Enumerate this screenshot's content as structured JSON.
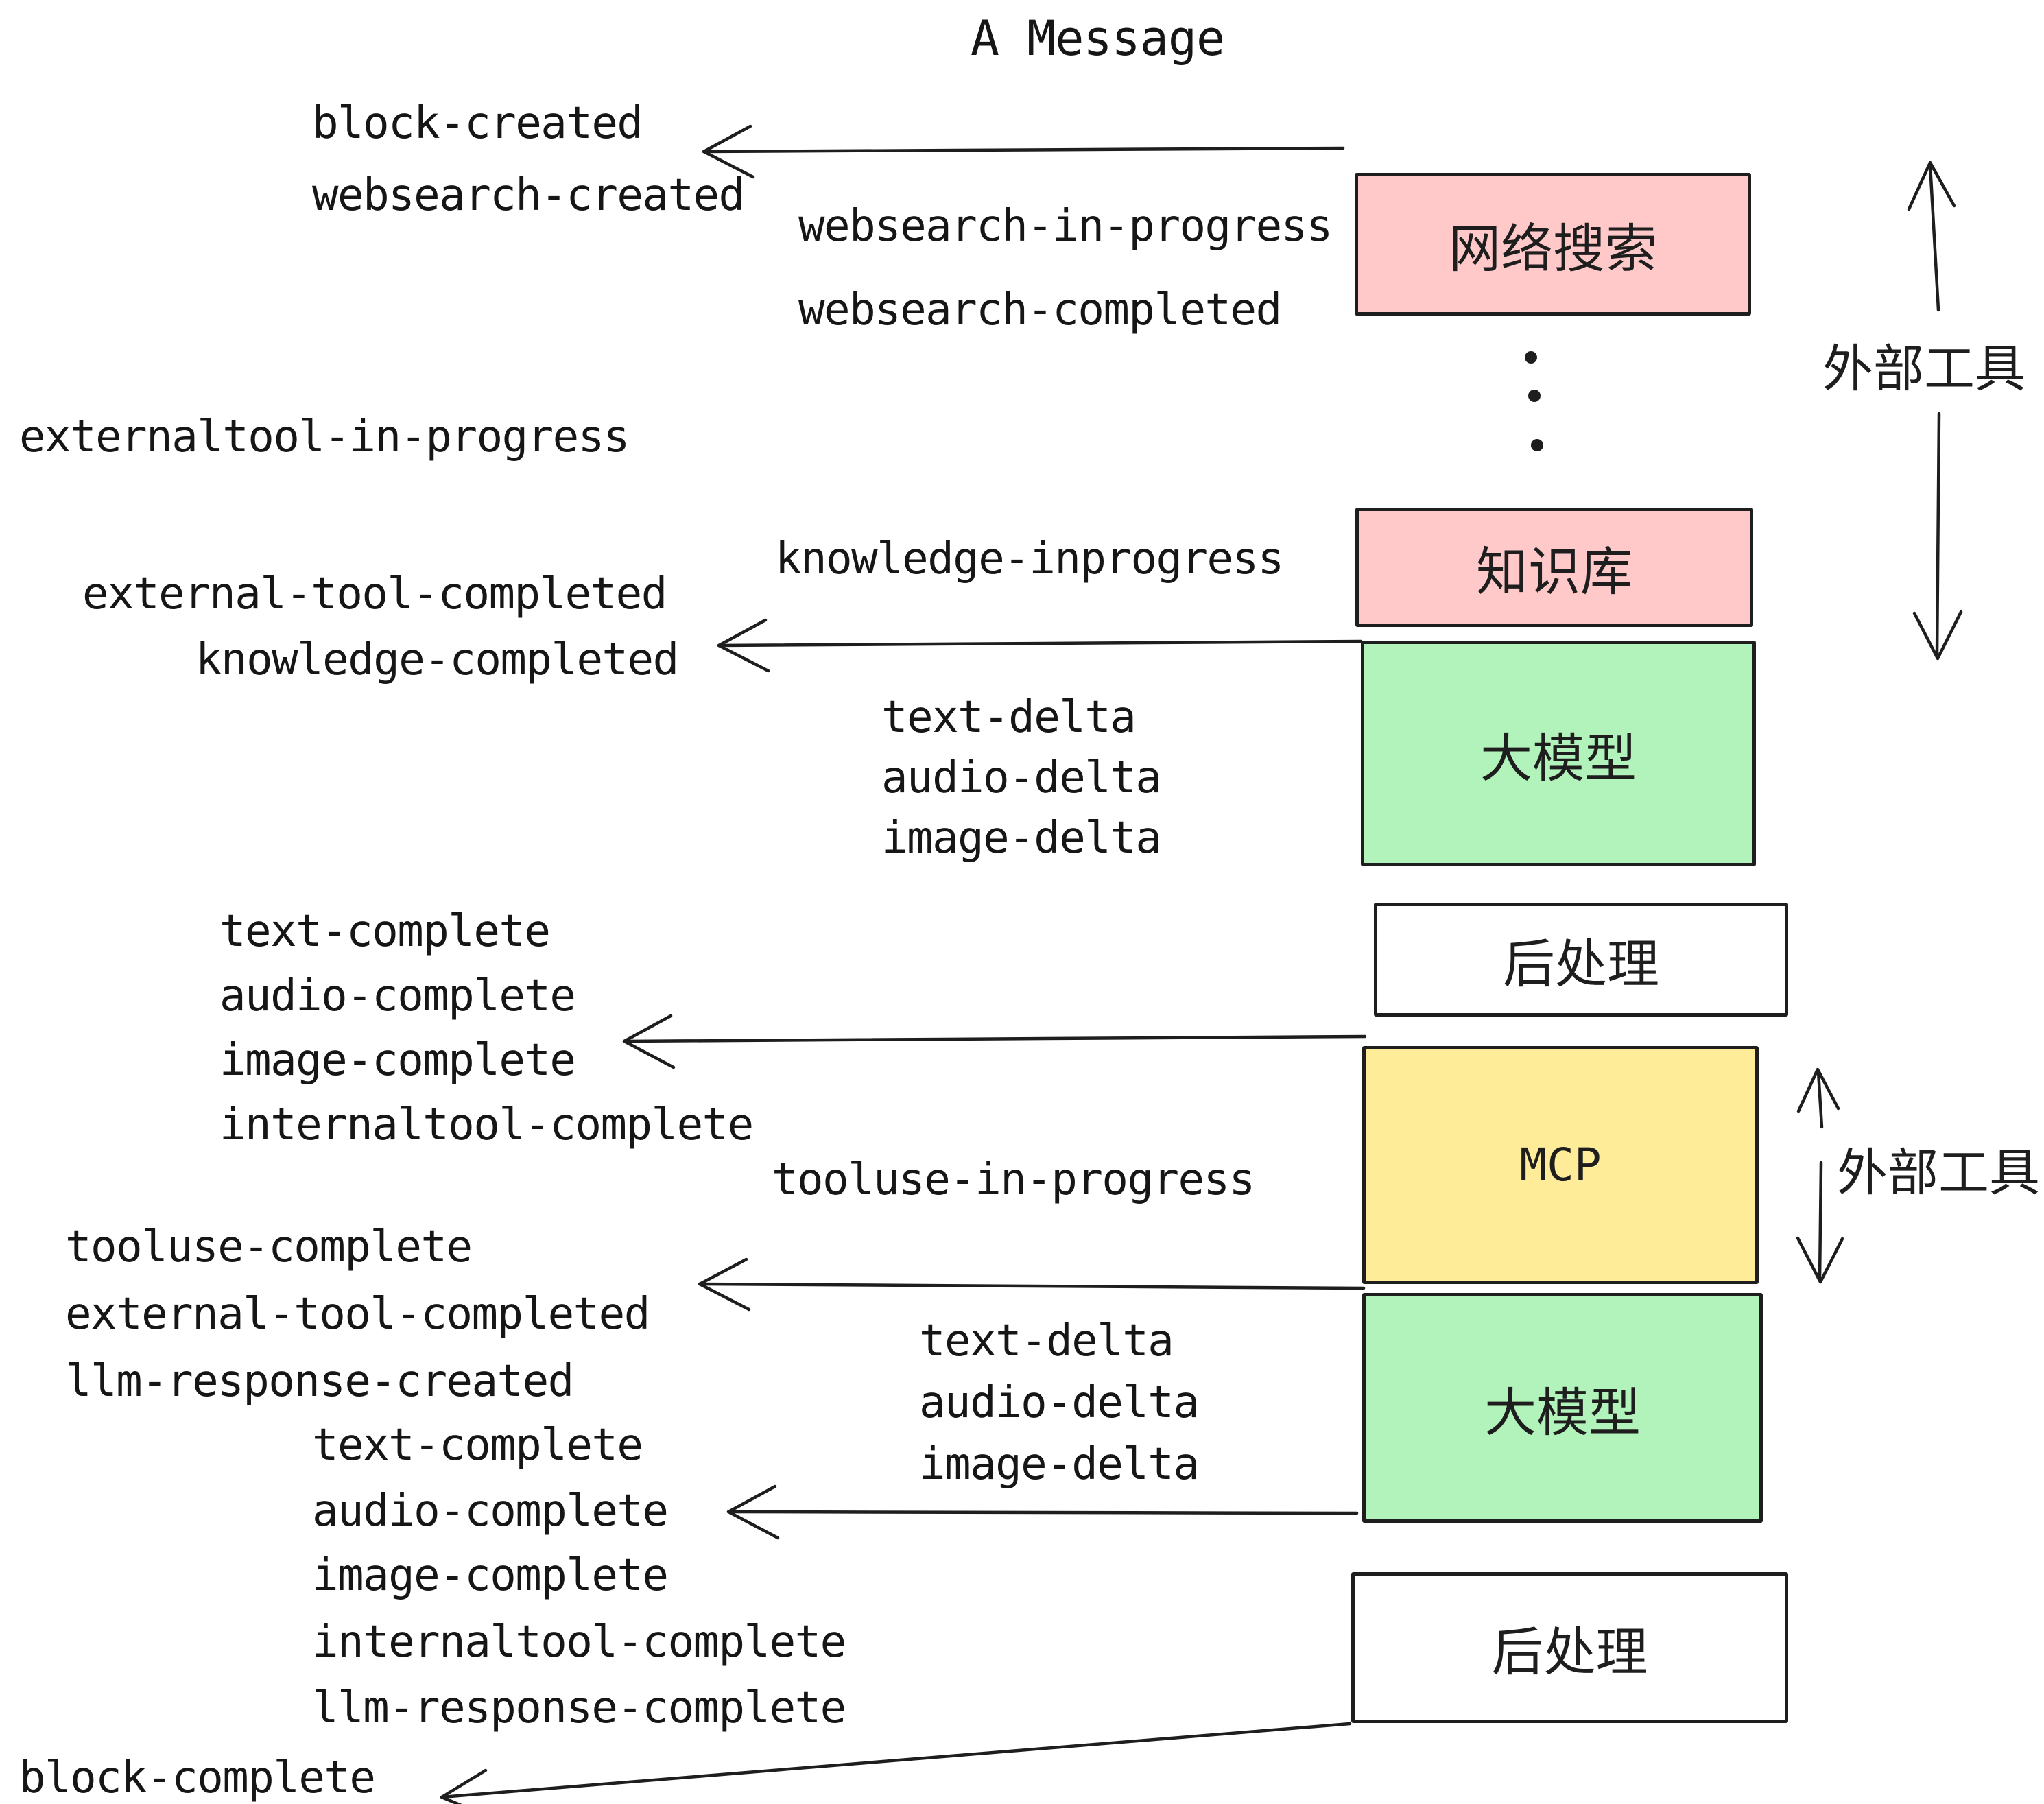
{
  "title": "A Message",
  "events": {
    "block_created": "block-created",
    "websearch_created": "websearch-created",
    "websearch_in_progress": "websearch-in-progress",
    "websearch_completed": "websearch-completed",
    "externaltool_in_progress": "externaltool-in-progress",
    "knowledge_inprogress": "knowledge-inprogress",
    "external_tool_completed": "external-tool-completed",
    "knowledge_completed": "knowledge-completed",
    "text_delta": "text-delta",
    "audio_delta": "audio-delta",
    "image_delta": "image-delta",
    "text_complete": "text-complete",
    "audio_complete": "audio-complete",
    "image_complete": "image-complete",
    "internaltool_complete": "internaltool-complete",
    "tooluse_in_progress": "tooluse-in-progress",
    "tooluse_complete": "tooluse-complete",
    "llm_response_created": "llm-response-created",
    "llm_response_complete": "llm-response-complete",
    "block_complete": "block-complete"
  },
  "boxes": {
    "websearch": {
      "label": "网络搜索",
      "fill": "#ffc9c9"
    },
    "knowledge": {
      "label": "知识库",
      "fill": "#ffc9c9"
    },
    "llm_top": {
      "label": "大模型",
      "fill": "#b2f2bb"
    },
    "postprocess_top": {
      "label": "后处理",
      "fill": "#ffffff"
    },
    "mcp": {
      "label": "MCP",
      "fill": "#ffec99"
    },
    "llm_bottom": {
      "label": "大模型",
      "fill": "#b2f2bb"
    },
    "postprocess_bottom": {
      "label": "后处理",
      "fill": "#ffffff"
    }
  },
  "side_labels": {
    "external_tools_top": "外部工具",
    "external_tools_bottom": "外部工具"
  },
  "colors": {
    "stroke": "#1e1e1e",
    "background": "#ffffff"
  }
}
